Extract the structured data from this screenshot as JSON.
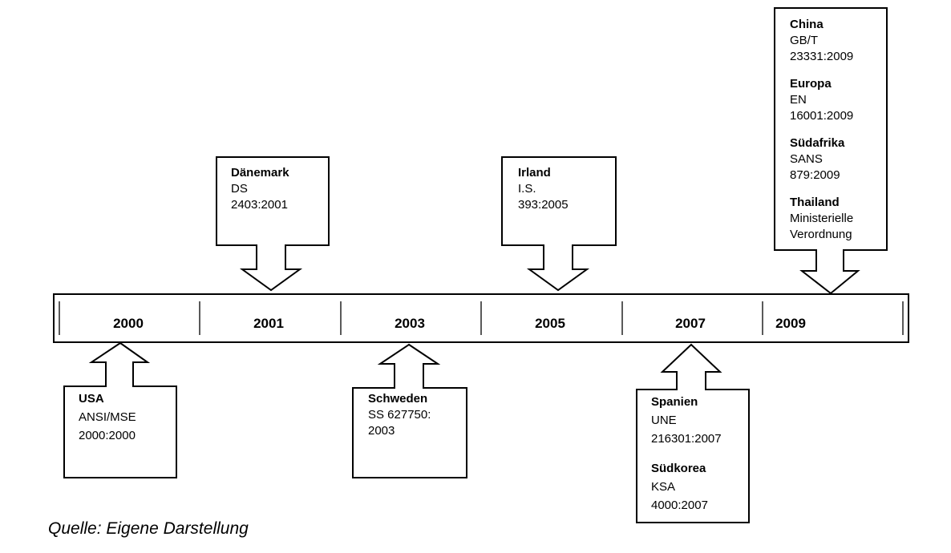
{
  "years": [
    "2000",
    "2001",
    "2003",
    "2005",
    "2007",
    "2009"
  ],
  "entries_above": [
    {
      "items": [
        {
          "country": "Dänemark",
          "line1": "DS",
          "line2": "2403:2001"
        }
      ]
    },
    {
      "items": [
        {
          "country": "Irland",
          "line1": "I.S.",
          "line2": "393:2005"
        }
      ]
    },
    {
      "items": [
        {
          "country": "China",
          "line1": "GB/T",
          "line2": "23331:2009"
        },
        {
          "country": "Europa",
          "line1": "EN",
          "line2": "16001:2009"
        },
        {
          "country": "Südafrika",
          "line1": "SANS",
          "line2": "879:2009"
        },
        {
          "country": "Thailand",
          "line1": "Ministerielle",
          "line2": "Verordnung"
        }
      ]
    }
  ],
  "entries_below": [
    {
      "items": [
        {
          "country": "USA",
          "line1": "ANSI/MSE",
          "line2": "2000:2000"
        }
      ]
    },
    {
      "items": [
        {
          "country": "Schweden",
          "line1": "SS 627750:",
          "line2": "2003"
        }
      ]
    },
    {
      "items": [
        {
          "country": "Spanien",
          "line1": "UNE",
          "line2": "216301:2007"
        },
        {
          "country": "Südkorea",
          "line1": "KSA",
          "line2": "4000:2007"
        }
      ]
    }
  ],
  "source": "Quelle: Eigene Darstellung"
}
